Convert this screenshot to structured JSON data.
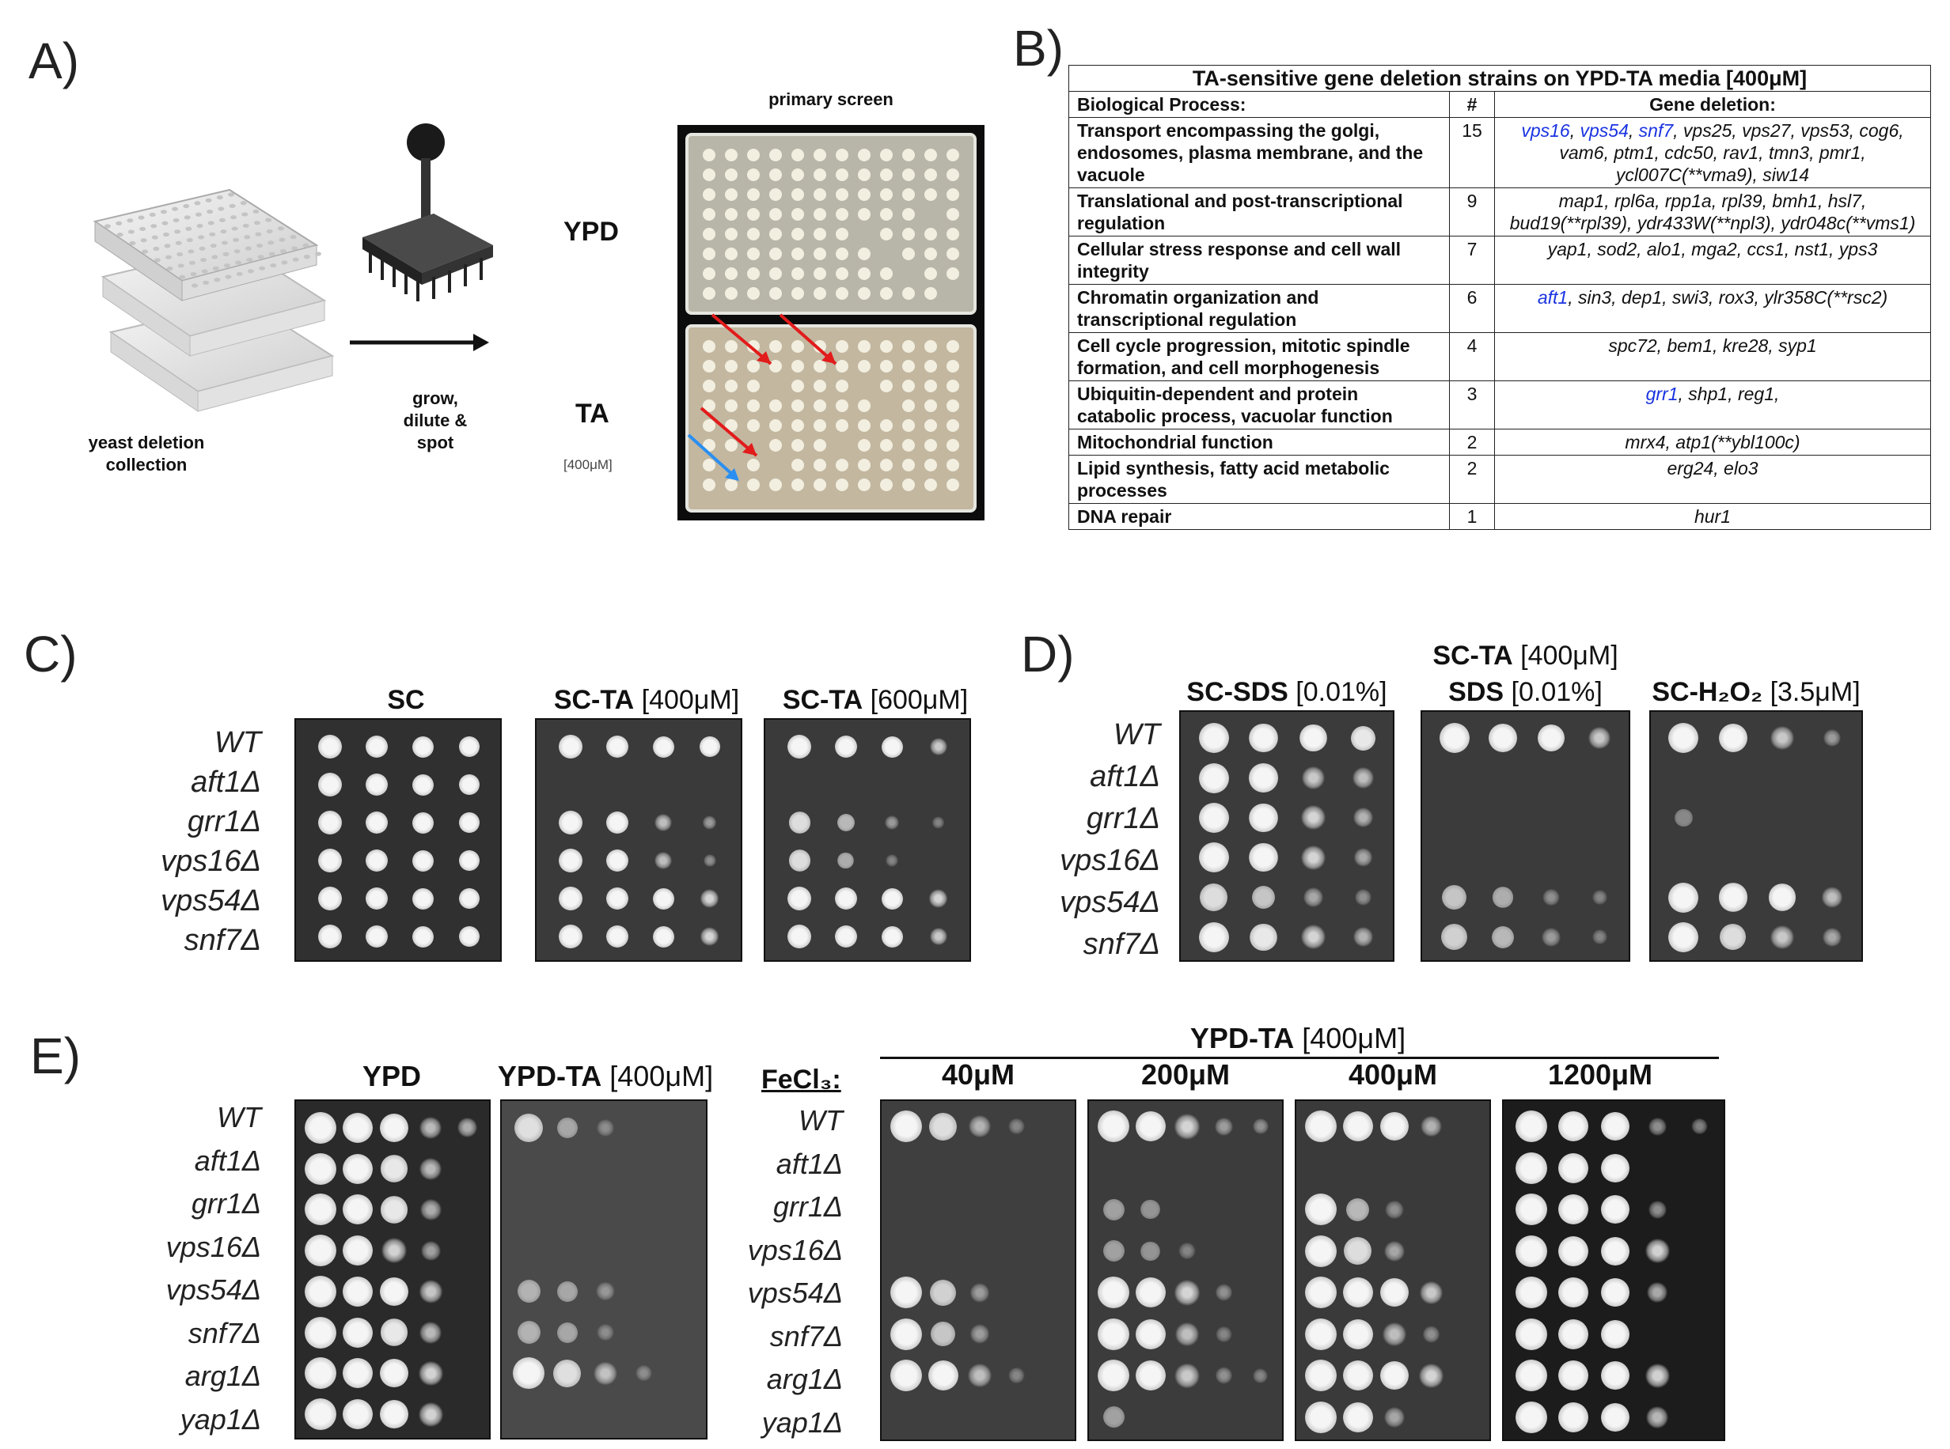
{
  "panels": {
    "a": "A)",
    "b": "B)",
    "c": "C)",
    "d": "D)",
    "e": "E)"
  },
  "panel_a": {
    "collection_label": "yeast deletion collection",
    "step_label": "grow, dilute & spot",
    "ypd": "YPD",
    "ta": "TA",
    "conc": "[400μM]",
    "screen": "primary screen"
  },
  "table": {
    "title": "TA-sensitive gene deletion strains on YPD-TA media [400μM]",
    "headers": [
      "Biological Process:",
      "#",
      "Gene deletion:"
    ],
    "rows": [
      {
        "process": "Transport encompassing the golgi, endosomes, plasma membrane, and the vacuole",
        "n": "15",
        "blue": [
          "vps16",
          "vps54",
          "snf7"
        ],
        "genes": "vps25, vps27, vps53, cog6, vam6, ptm1, cdc50, rav1, tmn3, pmr1, ycl007C(**vma9), siw14"
      },
      {
        "process": "Translational and post-transcriptional regulation",
        "n": "9",
        "blue": [],
        "genes": "map1, rpl6a, rpp1a, rpl39, bmh1, hsl7, bud19(**rpl39), ydr433W(**npl3), ydr048c(**vms1)"
      },
      {
        "process": "Cellular stress response and cell wall integrity",
        "n": "7",
        "blue": [],
        "genes": "yap1, sod2, alo1, mga2, ccs1, nst1, yps3"
      },
      {
        "process": "Chromatin organization and transcriptional regulation",
        "n": "6",
        "blue": [
          "aft1"
        ],
        "genes": "sin3, dep1, swi3, rox3, ylr358C(**rsc2)"
      },
      {
        "process": "Cell cycle progression, mitotic spindle formation, and cell morphogenesis",
        "n": "4",
        "blue": [],
        "genes": "spc72, bem1, kre28, syp1"
      },
      {
        "process": "Ubiquitin-dependent and protein catabolic process, vacuolar function",
        "n": "3",
        "blue": [
          "grr1"
        ],
        "genes": "shp1, reg1,"
      },
      {
        "process": "Mitochondrial function",
        "n": "2",
        "blue": [],
        "genes": "mrx4, atp1(**ybl100c)"
      },
      {
        "process": "Lipid synthesis, fatty acid metabolic processes",
        "n": "2",
        "blue": [],
        "genes": "erg24, elo3"
      },
      {
        "process": "DNA repair",
        "n": "1",
        "blue": [],
        "genes": "hur1"
      }
    ]
  },
  "panel_c": {
    "strains": [
      "WT",
      "aft1Δ",
      "grr1Δ",
      "vps16Δ",
      "vps54Δ",
      "snf7Δ"
    ],
    "plates": [
      {
        "name": "SC",
        "conc": ""
      },
      {
        "name": "SC-TA",
        "conc": "[400μM]"
      },
      {
        "name": "SC-TA",
        "conc": "[600μM]"
      }
    ]
  },
  "panel_d": {
    "strains": [
      "WT",
      "aft1Δ",
      "grr1Δ",
      "vps16Δ",
      "vps54Δ",
      "snf7Δ"
    ],
    "plates": [
      {
        "name": "SC-SDS",
        "conc": "[0.01%]",
        "top": ""
      },
      {
        "name": "SDS",
        "conc": "[0.01%]",
        "top": "SC-TA [400μM]"
      },
      {
        "name": "SC-H₂O₂",
        "conc": "[3.5μM]",
        "top": ""
      }
    ]
  },
  "panel_e": {
    "strains": [
      "WT",
      "aft1Δ",
      "grr1Δ",
      "vps16Δ",
      "vps54Δ",
      "snf7Δ",
      "arg1Δ",
      "yap1Δ"
    ],
    "ypd": "YPD",
    "ypdta": "YPD-TA",
    "ypdta_conc": "[400μM]",
    "fecl3": "FeCl₃:",
    "group_title": "YPD-TA",
    "group_conc": "[400μM]",
    "fe_concs": [
      "40μM",
      "200μM",
      "400μM",
      "1200μM"
    ]
  },
  "growth": {
    "c": [
      [
        [
          1,
          1,
          1,
          1
        ],
        [
          1,
          1,
          1,
          1
        ],
        [
          1,
          1,
          1,
          1
        ],
        [
          1,
          1,
          1,
          1
        ],
        [
          1,
          1,
          1,
          1
        ],
        [
          1,
          1,
          1,
          1
        ]
      ],
      [
        [
          1,
          1,
          1,
          1
        ],
        [
          0,
          0,
          0,
          0
        ],
        [
          1,
          1,
          0.6,
          0.3
        ],
        [
          1,
          1,
          0.6,
          0.2
        ],
        [
          1,
          1,
          1,
          0.8
        ],
        [
          1,
          1,
          1,
          0.8
        ]
      ],
      [
        [
          1,
          1,
          1,
          0.7
        ],
        [
          0,
          0,
          0,
          0
        ],
        [
          0.8,
          0.5,
          0.3,
          0.1
        ],
        [
          0.8,
          0.4,
          0.1,
          0
        ],
        [
          1,
          1,
          1,
          0.8
        ],
        [
          1,
          1,
          1,
          0.7
        ]
      ]
    ],
    "d": [
      [
        [
          1,
          1,
          1,
          0.9
        ],
        [
          1,
          1,
          0.7,
          0.6
        ],
        [
          1,
          1,
          0.8,
          0.5
        ],
        [
          1,
          1,
          0.8,
          0.4
        ],
        [
          0.8,
          0.6,
          0.4,
          0.2
        ],
        [
          1,
          0.9,
          0.8,
          0.5
        ]
      ],
      [
        [
          1,
          1,
          1,
          0.7
        ],
        [
          0,
          0,
          0,
          0
        ],
        [
          0,
          0,
          0,
          0
        ],
        [
          0,
          0,
          0,
          0
        ],
        [
          0.6,
          0.4,
          0.2,
          0.1
        ],
        [
          0.7,
          0.5,
          0.3,
          0.1
        ]
      ],
      [
        [
          1,
          1,
          0.7,
          0.3
        ],
        [
          0,
          0,
          0,
          0
        ],
        [
          0.1,
          0,
          0,
          0
        ],
        [
          0,
          0,
          0,
          0
        ],
        [
          1,
          1,
          1,
          0.6
        ],
        [
          1,
          0.8,
          0.7,
          0.4
        ]
      ]
    ],
    "e_ypd": [
      [
        1,
        1,
        1,
        0.6,
        0.5
      ],
      [
        1,
        1,
        0.9,
        0.6,
        0
      ],
      [
        1,
        1,
        0.9,
        0.5,
        0
      ],
      [
        1,
        1,
        0.8,
        0.4,
        0
      ],
      [
        1,
        1,
        1,
        0.7,
        0
      ],
      [
        1,
        1,
        0.9,
        0.6,
        0
      ],
      [
        1,
        1,
        1,
        0.8,
        0
      ],
      [
        1,
        1,
        1,
        0.8,
        0
      ]
    ],
    "e_ta": [
      [
        0.8,
        0.3,
        0.1,
        0,
        0
      ],
      [
        0,
        0,
        0,
        0,
        0
      ],
      [
        0,
        0,
        0,
        0,
        0
      ],
      [
        0,
        0,
        0,
        0,
        0
      ],
      [
        0.4,
        0.3,
        0.2,
        0,
        0
      ],
      [
        0.4,
        0.3,
        0.1,
        0,
        0
      ],
      [
        1,
        0.8,
        0.6,
        0.1,
        0
      ],
      [
        0,
        0,
        0,
        0,
        0
      ]
    ],
    "e_fe": [
      [
        [
          1,
          0.8,
          0.5,
          0.1,
          0
        ],
        [
          0,
          0,
          0,
          0,
          0
        ],
        [
          0,
          0,
          0,
          0,
          0
        ],
        [
          0,
          0,
          0,
          0,
          0
        ],
        [
          1,
          0.7,
          0.3,
          0,
          0
        ],
        [
          1,
          0.6,
          0.3,
          0,
          0
        ],
        [
          1,
          1,
          0.6,
          0.1,
          0
        ],
        [
          0,
          0,
          0,
          0,
          0
        ]
      ],
      [
        [
          1,
          1,
          0.8,
          0.3,
          0.2
        ],
        [
          0,
          0,
          0,
          0,
          0
        ],
        [
          0.3,
          0.2,
          0,
          0,
          0
        ],
        [
          0.3,
          0.2,
          0.1,
          0,
          0
        ],
        [
          1,
          1,
          0.8,
          0.2,
          0
        ],
        [
          1,
          1,
          0.6,
          0.1,
          0
        ],
        [
          1,
          1,
          0.7,
          0.2,
          0.1
        ],
        [
          0.3,
          0,
          0,
          0,
          0
        ]
      ],
      [
        [
          1,
          1,
          1,
          0.5,
          0
        ],
        [
          0,
          0,
          0,
          0,
          0
        ],
        [
          1,
          0.5,
          0.2,
          0,
          0
        ],
        [
          1,
          0.8,
          0.4,
          0,
          0
        ],
        [
          1,
          1,
          1,
          0.7,
          0
        ],
        [
          1,
          1,
          0.6,
          0.2,
          0
        ],
        [
          1,
          1,
          1,
          0.8,
          0
        ],
        [
          1,
          1,
          0.4,
          0,
          0
        ]
      ],
      [
        [
          1,
          1,
          1,
          0.3,
          0.2
        ],
        [
          1,
          1,
          1,
          0,
          0
        ],
        [
          1,
          1,
          1,
          0.3,
          0
        ],
        [
          1,
          1,
          1,
          0.8,
          0
        ],
        [
          1,
          1,
          1,
          0.5,
          0
        ],
        [
          1,
          1,
          1,
          0,
          0
        ],
        [
          1,
          1,
          1,
          0.8,
          0
        ],
        [
          1,
          1,
          1,
          0.6,
          0
        ]
      ]
    ]
  }
}
